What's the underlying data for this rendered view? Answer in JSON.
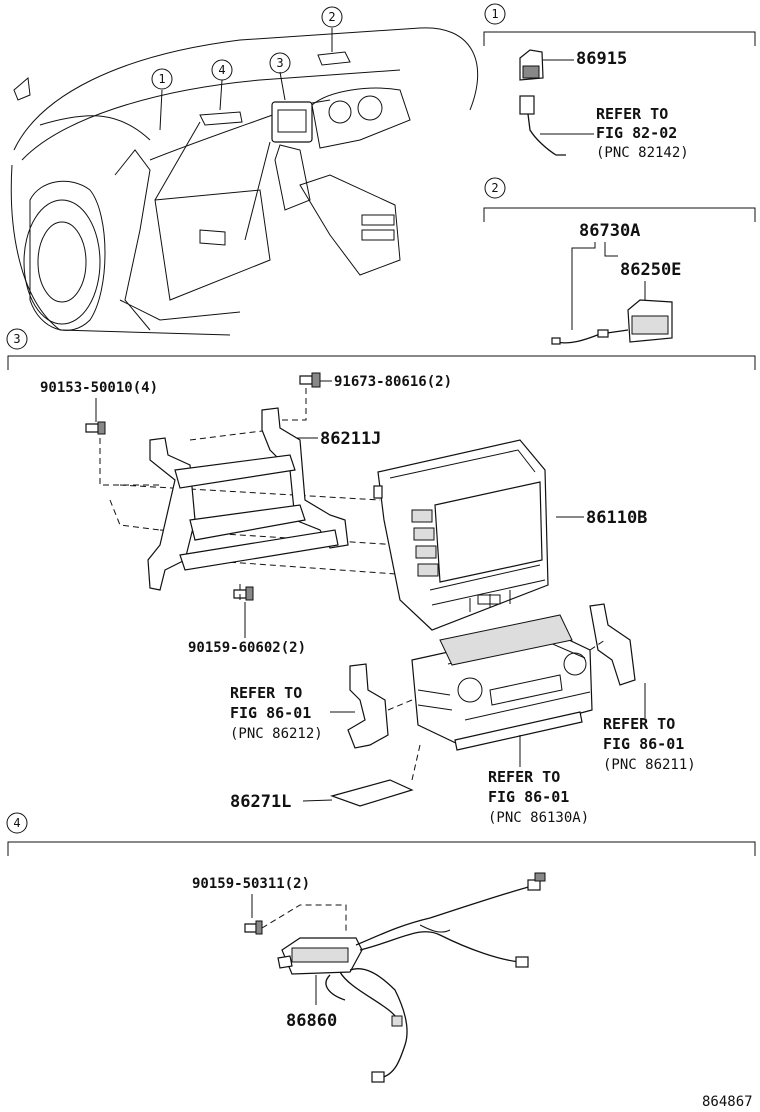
{
  "callouts": [
    "1",
    "2",
    "3",
    "4"
  ],
  "section1": {
    "part": "86915",
    "refer_line1": "REFER TO",
    "refer_line2": "FIG 82-02",
    "refer_line3": "(PNC 82142)"
  },
  "section2": {
    "part_a": "86730A",
    "part_b": "86250E"
  },
  "section3": {
    "bolt_left": "90153-50010(4)",
    "bolt_top": "91673-80616(2)",
    "bracket": "86211J",
    "display": "86110B",
    "bolt_bottom": "90159-60602(2)",
    "ref_left_1": "REFER TO",
    "ref_left_2": "FIG 86-01",
    "ref_left_3": "(PNC 86212)",
    "ref_right_1": "REFER TO",
    "ref_right_2": "FIG 86-01",
    "ref_right_3": "(PNC 86211)",
    "ref_bottom_1": "REFER TO",
    "ref_bottom_2": "FIG 86-01",
    "ref_bottom_3": "(PNC 86130A)",
    "plate": "86271L"
  },
  "section4": {
    "bolt": "90159-50311(2)",
    "module": "86860"
  },
  "figure_id": "864867"
}
